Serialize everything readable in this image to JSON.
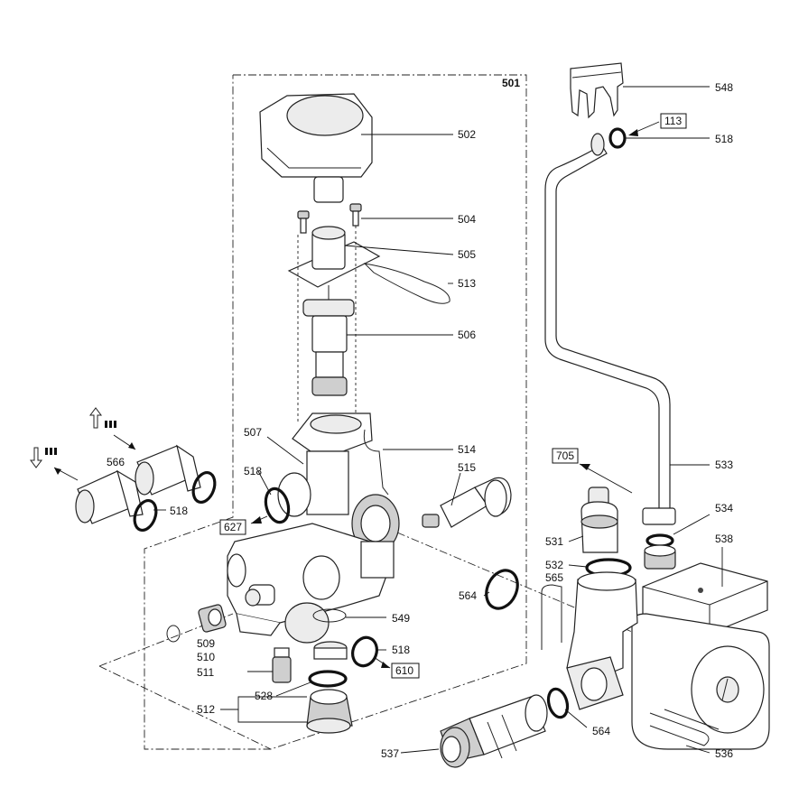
{
  "assembly_label": "501",
  "callouts": {
    "c548": "548",
    "c113": "113",
    "c518a": "518",
    "c502": "502",
    "c504": "504",
    "c505": "505",
    "c513": "513",
    "c506": "506",
    "c507": "507",
    "c514": "514",
    "c515": "515",
    "c566": "566",
    "c518b": "518",
    "c518c": "518",
    "c627": "627",
    "c705": "705",
    "c533": "533",
    "c534": "534",
    "c538": "538",
    "c531": "531",
    "c532": "532",
    "c565": "565",
    "c564a": "564",
    "c549": "549",
    "c509": "509",
    "c510": "510",
    "c518d": "518",
    "c610": "610",
    "c511": "511",
    "c528": "528",
    "c512": "512",
    "c564b": "564",
    "c537": "537",
    "c536": "536"
  }
}
